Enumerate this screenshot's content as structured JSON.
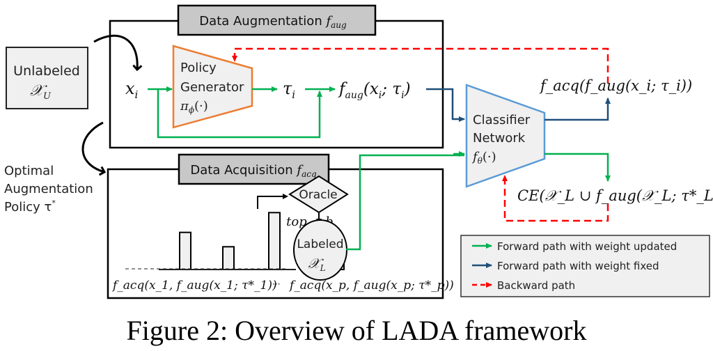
{
  "figure": {
    "caption": "Figure 2: Overview of LADA framework",
    "colors": {
      "forward_updated": "#00b050",
      "forward_fixed": "#1f4e79",
      "backward": "#ff0000",
      "policy_border": "#ed7d31",
      "classifier_border": "#5b9bd5",
      "box_fill": "#f0f0f0",
      "header_fill": "#c8c8c8"
    }
  },
  "unlabeled": {
    "label": "Unlabeled",
    "symbol": "𝒳",
    "subscript": "U"
  },
  "augmentation": {
    "title": "Data Augmentation ",
    "title_f": "f",
    "title_sub": "aug",
    "input": "x",
    "input_sub": "i",
    "policy_line1": "Policy",
    "policy_line2": "Generator",
    "policy_sym": "π",
    "policy_sub": "ϕ",
    "policy_arg": "(·)",
    "tau": "τ",
    "tau_sub": "i",
    "output_f": "f",
    "output_sub": "aug",
    "output_args": "(x",
    "output_args2": "i",
    "output_args3": "; τ",
    "output_args4": "i",
    "output_args5": ")"
  },
  "optimal_policy": {
    "line1": "Optimal",
    "line2": "Augmentation",
    "line3": "Policy τ",
    "sup": "*"
  },
  "acquisition": {
    "title": "Data Acquisition ",
    "title_f": "f",
    "title_sub": "acq",
    "oracle": "Oracle",
    "labeled": "Labeled",
    "labeled_symbol": "𝒳",
    "labeled_sub": "L",
    "topb": "top − b",
    "ellipsis": "···",
    "bars": [
      0.62,
      0.38,
      0.95,
      0.18
    ],
    "axis_left_label": "f_acq(x_1, f_aug(x_1; τ*_1))",
    "axis_mid": "···",
    "axis_right_label": "f_acq(x_p, f_aug(x_p; τ*_p))"
  },
  "classifier": {
    "line1": "Classifier",
    "line2": "Network",
    "sym": "f",
    "sub": "θ",
    "arg": "(·)"
  },
  "outputs": {
    "acq_expr": "f_acq(f_aug(x_i; τ_i))",
    "ce_expr": "CE(𝒳_L ∪ f_aug(𝒳_L; τ*_L))"
  },
  "legend": {
    "items": [
      {
        "label": "Forward path with weight updated",
        "style": "forward_updated"
      },
      {
        "label": "Forward path with weight fixed",
        "style": "forward_fixed"
      },
      {
        "label": "Backward path",
        "style": "backward"
      }
    ]
  }
}
